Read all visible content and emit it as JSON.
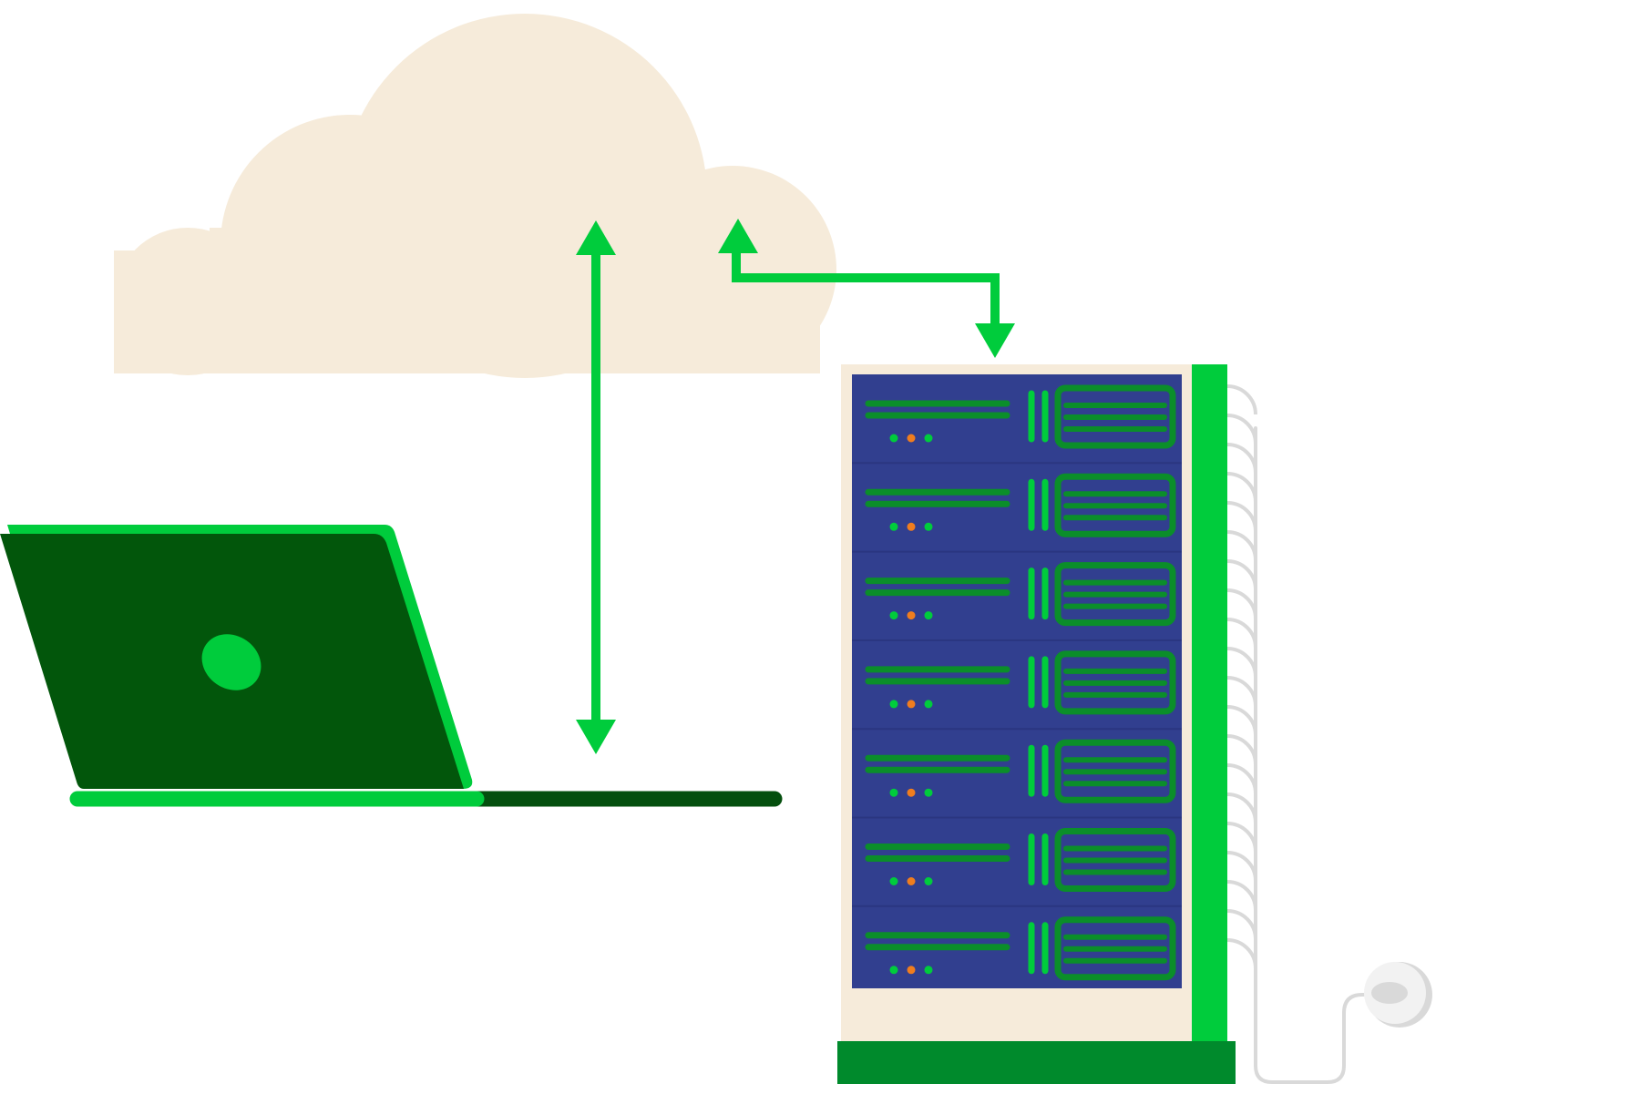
{
  "diagram": {
    "elements": [
      "cloud",
      "laptop",
      "server-rack",
      "power-plug"
    ],
    "connections": [
      {
        "from": "laptop",
        "to": "cloud",
        "direction": "bidirectional"
      },
      {
        "from": "cloud",
        "to": "server-rack",
        "direction": "bidirectional"
      }
    ],
    "server_rack": {
      "unit_count": 7
    },
    "icons": {
      "laptop_logo": "leaf-icon",
      "cloud": "cloud-icon",
      "plug": "power-plug-icon"
    }
  },
  "colors": {
    "cloud": "#f6ebda",
    "arrow": "#00cc3c",
    "laptop_screen": "#02560b",
    "laptop_accent": "#00cc3c",
    "laptop_base": "#044f0e",
    "rack_frame": "#f6ebda",
    "rack_panel": "#313f8f",
    "rack_detail": "#0b8e2a",
    "rack_led_green": "#00cc3c",
    "rack_led_orange": "#f07d1e",
    "rack_side": "#00cc3c",
    "rack_base": "#008a2c",
    "cable": "#d9d9d9",
    "plug_socket": "#f2f2f2"
  }
}
